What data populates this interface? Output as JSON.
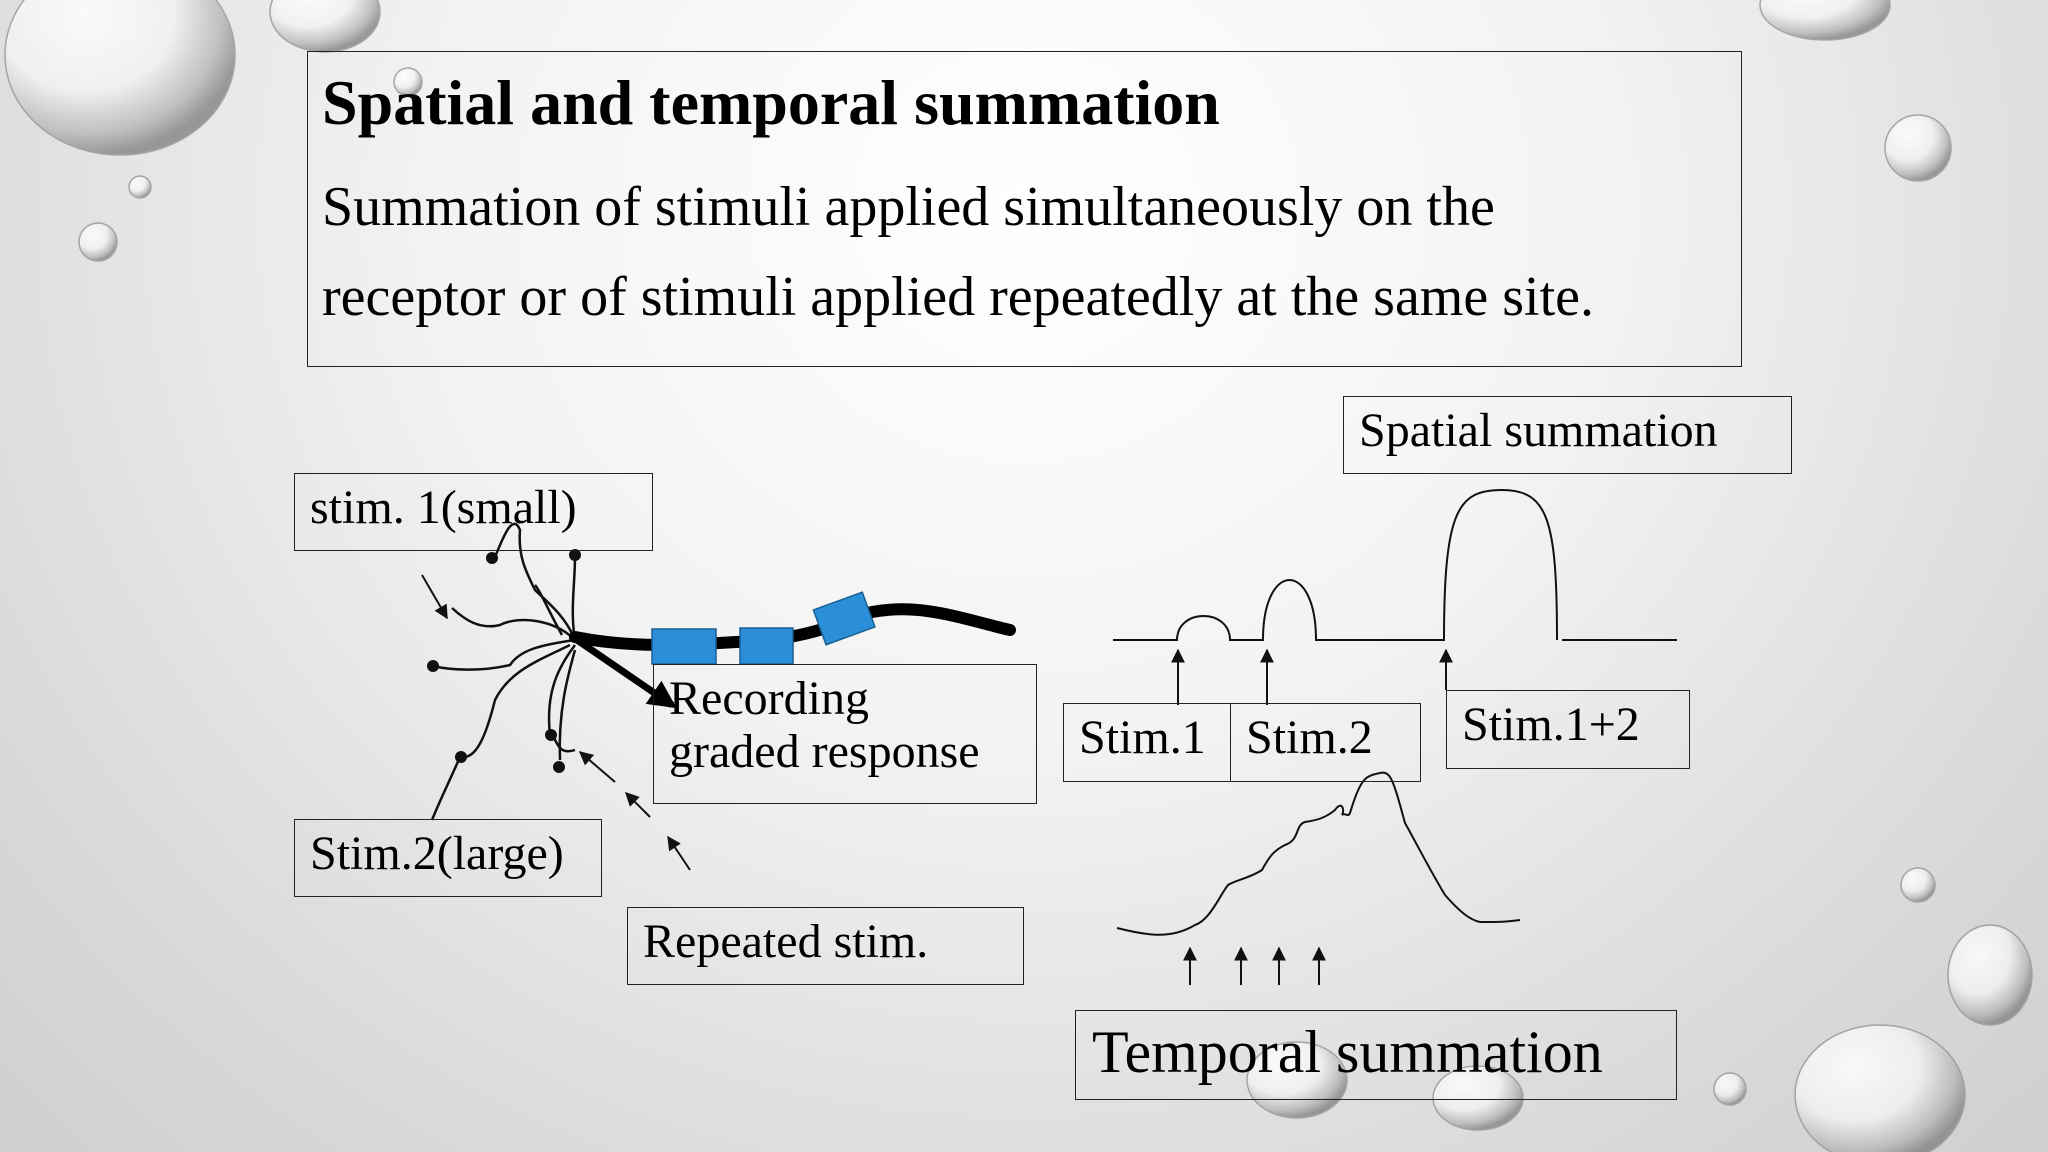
{
  "slide": {
    "title": "Spatial and temporal summation",
    "description_line1": "Summation of stimuli applied simultaneously on the",
    "description_line2": "receptor or of stimuli applied repeatedly at the same site."
  },
  "labels": {
    "stim1_small": "stim. 1(small)",
    "recording_line1": "Recording",
    "recording_line2": "graded response",
    "stim2_large": "Stim.2(large)",
    "repeated_stim": "Repeated stim.",
    "spatial_summation": "Spatial summation",
    "stim_1": "Stim.1",
    "stim_2": "Stim.2",
    "stim_1_2": "Stim.1+2",
    "temporal_summation": "Temporal summation"
  },
  "colors": {
    "electrode": "#2b8fd8",
    "axon": "#000000"
  }
}
